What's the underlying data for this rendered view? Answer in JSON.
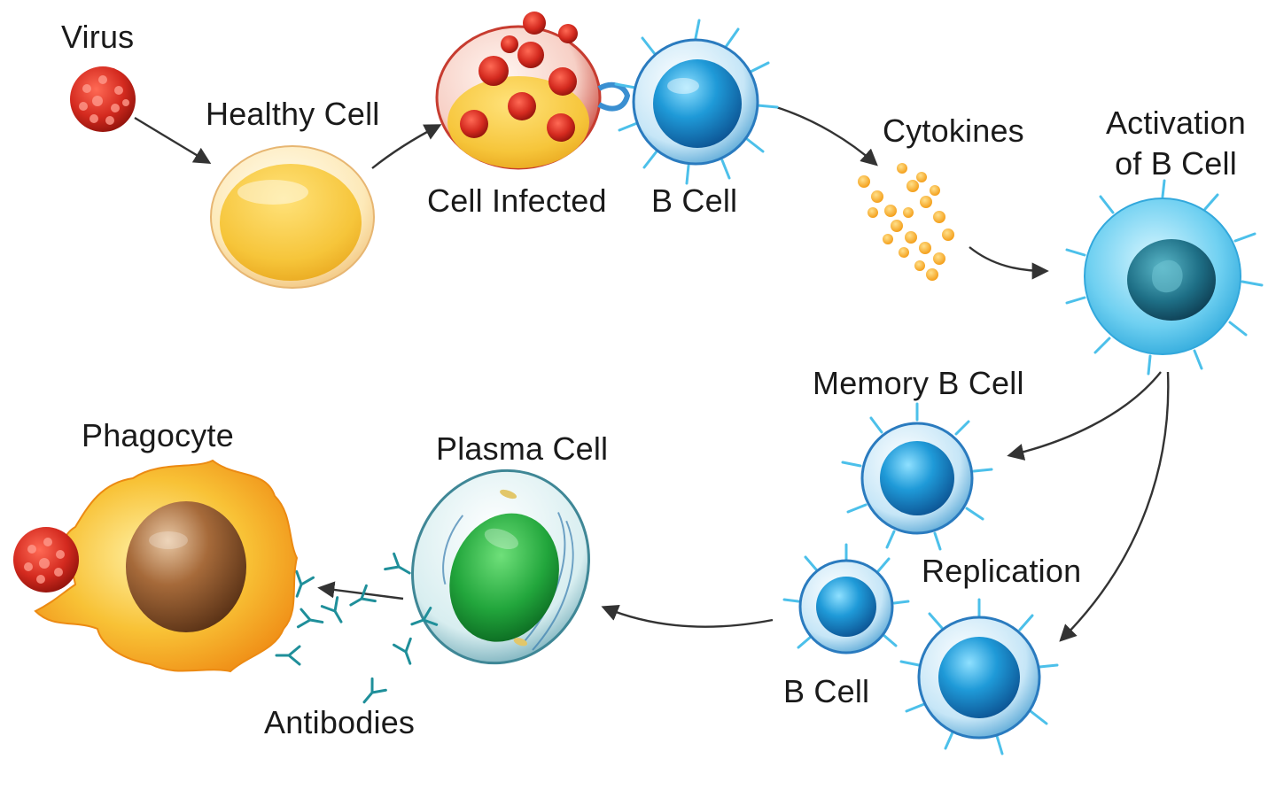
{
  "labels": {
    "virus": "Virus",
    "healthy_cell": "Healthy Cell",
    "cell_infected": "Cell Infected",
    "b_cell_top": "B Cell",
    "cytokines": "Cytokines",
    "activation_line1": "Activation",
    "activation_line2": "of B Cell",
    "memory_b_cell": "Memory B Cell",
    "replication": "Replication",
    "b_cell_bottom": "B Cell",
    "plasma_cell": "Plasma Cell",
    "phagocyte": "Phagocyte",
    "antibodies": "Antibodies"
  },
  "colors": {
    "virus_red": "#d42a1f",
    "healthy_yellow": "#f6c53a",
    "bcell_blue": "#1f8fd0",
    "spike_blue": "#4cc0ea",
    "cytokine_orange": "#f5a623",
    "plasma_green": "#22a63c",
    "phagocyte_orange": "#f5a11e",
    "phagocyte_nucleus": "#9a5b2e",
    "arrow": "#333333"
  },
  "icons": [
    "virus-icon",
    "healthy-cell-icon",
    "infected-cell-icon",
    "b-cell-icon",
    "cytokines-icon",
    "activated-b-cell-icon",
    "memory-b-cell-icon",
    "plasma-cell-icon",
    "phagocyte-icon",
    "antibody-icon"
  ]
}
